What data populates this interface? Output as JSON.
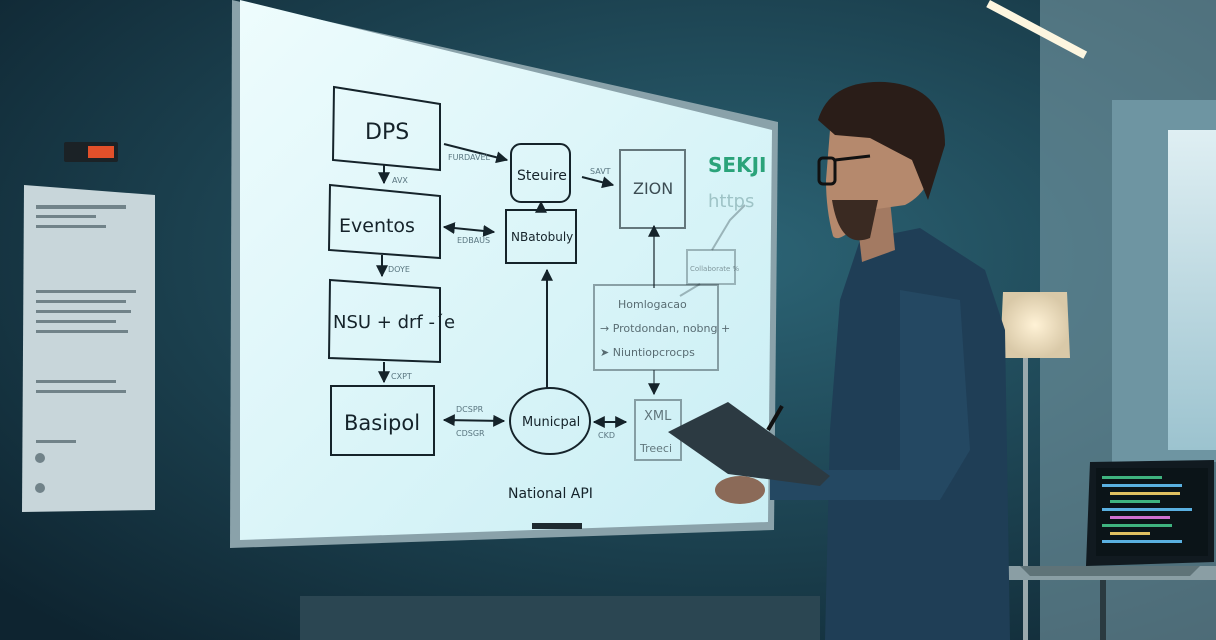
{
  "whiteboard": {
    "nodes": {
      "dps": "DPS",
      "eventos": "Eventos",
      "nsu": "NSU + drf -´e",
      "basipol": "Basipol",
      "steuire": "Steuire",
      "nbatobuly": "NBatobuly",
      "zion": "ZION",
      "homologacao": [
        "Homlogacao",
        "→ Protdondan, nobng +",
        "➤ Niuntiopcrocps"
      ],
      "municipal": "Municpal",
      "xml": "XML",
      "treeci": "Treeci",
      "collab": "Collaborate %"
    },
    "edge_labels": {
      "dps_steuire": "FURDAVEL",
      "dps_eventos": "AVX",
      "eventos_nb": "EDBAUS",
      "eventos_nsu": "DOYE",
      "nsu_basipol": "CXPT",
      "steuire_zion": "SAVT",
      "basipol_municipal_1": "DCSPR",
      "basipol_municipal_2": "CDSGR",
      "municipal_xml": "CKD"
    },
    "caption": "National API",
    "brand": "SEKJI",
    "brand_sub": "https",
    "brand_color": "#2aa37a"
  },
  "colors": {
    "wall": "#173a48",
    "board": "#dff6fa",
    "ink": "#15232a"
  }
}
